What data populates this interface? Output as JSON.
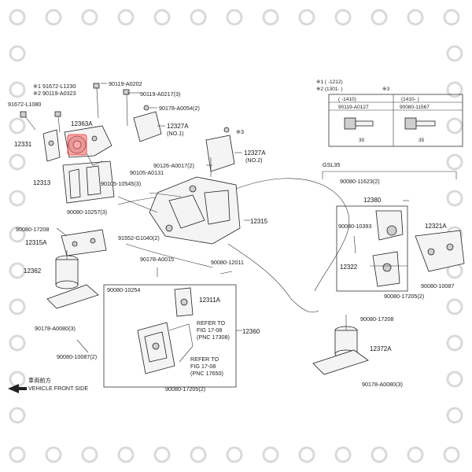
{
  "labels": {
    "p1": "※1 91672-L1230",
    "p2": "※2 90119-A0323",
    "p3": "90119-A0202",
    "p4": "91672-L1080",
    "p5": "90119-A0217(3)",
    "p6": "90178-A0054(2)",
    "p7": "12363A",
    "p8": "12327A",
    "p8b": "(NO.1)",
    "p9": "※3",
    "p10": "12331",
    "p11": "12327A",
    "p11b": "(NO.2)",
    "p12": "90126-A0017(2)",
    "p13": "90105-A0131",
    "p14": "12313",
    "p15": "90105-10545(3)",
    "p16": "90080-10257(3)",
    "p17": "90080-17208",
    "p18": "12315",
    "p19": "12315A",
    "p20": "91552-G1040(2)",
    "p21": "12362",
    "p22": "90178-A0015",
    "p23": "90080-12011",
    "p24": "90080-10254",
    "p25": "12311A",
    "p26": "90178-A0080(3)",
    "p27": "REFER TO",
    "p28": "FIG 17-08",
    "p29": "(PNC 17308)",
    "p30": "12360",
    "p31": "90080-10087(2)",
    "p32": "REFER TO",
    "p33": "FIG 17-08",
    "p34": "(PNC 17650)",
    "p35": "90080-17205(2)",
    "p36": "車両前方",
    "p37": "VEHICLE FRONT SIDE"
  },
  "right_labels": {
    "gsl": "GSL35",
    "r1": "90080-11623(2)",
    "r2": "12380",
    "r3": "90080-10393",
    "r4": "12321A",
    "r5": "12322",
    "r6": "90080-10087",
    "r7": "90080-17205(2)",
    "r8": "90080-17208",
    "r9": "12372A",
    "r10": "90178-A0080(3)"
  },
  "table": {
    "note1": "※1 (   -1212)",
    "note2": "※2 (1301-   )",
    "note3": "※3",
    "col1_head": "(   -1410)",
    "col2_head": "(1410-   )",
    "col1_part": "90119-A0127",
    "col2_part": "90080-11567",
    "col1_len": "30",
    "col2_len": "35"
  }
}
